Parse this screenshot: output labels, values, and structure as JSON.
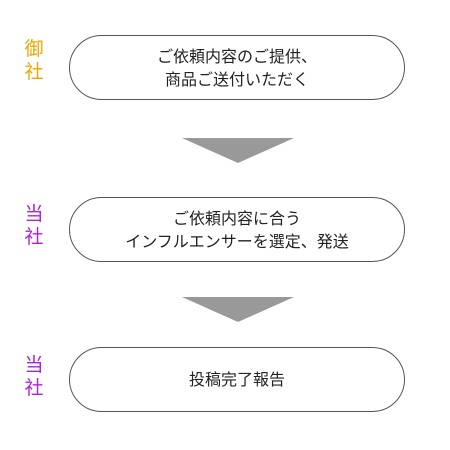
{
  "colors": {
    "client_label": "#f0a500",
    "company_label": "#b41fd2",
    "arrow": "#999999",
    "box_border": "#555555"
  },
  "steps": [
    {
      "actor": [
        "御",
        "社"
      ],
      "lines": [
        "ご依頼内容のご提供、",
        "商品ご送付いただく"
      ]
    },
    {
      "actor": [
        "当",
        "社"
      ],
      "lines": [
        "ご依頼内容に合う",
        "インフルエンサーを選定、発送"
      ]
    },
    {
      "actor": [
        "当",
        "社"
      ],
      "lines": [
        "投稿完了報告"
      ]
    }
  ]
}
